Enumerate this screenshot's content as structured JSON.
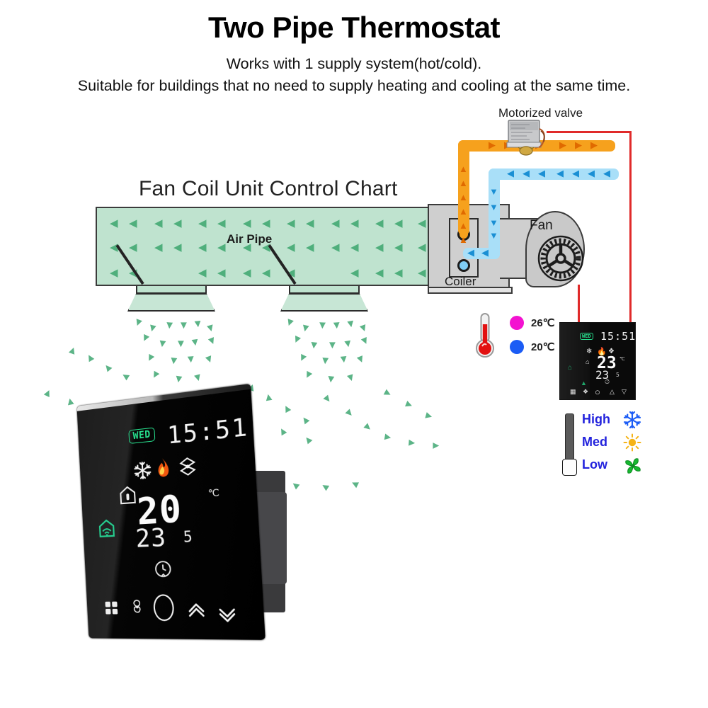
{
  "header": {
    "title": "Two Pipe Thermostat",
    "subtitle_1": "Works with 1 supply system(hot/cold).",
    "subtitle_2": "Suitable for buildings that no need to supply heating and cooling at the same time."
  },
  "diagram": {
    "chart_title": "Fan Coil Unit Control Chart",
    "air_pipe_label": "Air Pipe",
    "coiler_label": "Coiler",
    "fan_label": "Fan",
    "valve_label": "Motorized valve",
    "colors": {
      "air_green": "#bfe3cf",
      "arrow_green": "#4faf7c",
      "hot_orange": "#f6a11d",
      "cold_blue": "#7fcdf5",
      "wire_red": "#e02a2a",
      "housing_grey": "#cfcfcf"
    }
  },
  "thermometer_legend": {
    "icon": "thermometer-icon",
    "rows": [
      {
        "dot_color": "#f312d0",
        "temp": "26℃"
      },
      {
        "dot_color": "#1b5cf5",
        "temp": "20℃"
      }
    ]
  },
  "speed_legend": {
    "slider_icon": "vertical-slider-icon",
    "levels": [
      {
        "label": "High",
        "icon": "snowflake-icon",
        "icon_color": "#1b5cf5"
      },
      {
        "label": "Med",
        "icon": "sun-icon",
        "icon_color": "#f5b316"
      },
      {
        "label": "Low",
        "icon": "fan-icon",
        "icon_color": "#17b830"
      }
    ]
  },
  "mini_thermostat": {
    "weekday": "WED",
    "clock": "15:51",
    "main_temp": "23",
    "unit": "℃",
    "sub_temp": "23",
    "sub_unit": "5",
    "status_icons": [
      "snowflake-icon",
      "flame-icon",
      "fan-icon"
    ],
    "left_icons": [
      "house-thermometer-icon",
      "house-wifi-icon"
    ],
    "buttons": [
      "mode-grid-icon",
      "fan-speed-icon",
      "power-icon",
      "up-chevron-icon",
      "down-chevron-icon"
    ]
  },
  "big_thermostat": {
    "weekday": "WED",
    "clock": "15:51",
    "main_temp": "20",
    "main_unit": "℃",
    "sub_temp": "23",
    "sub_unit": "5",
    "status_icons": [
      "snowflake-icon",
      "flame-icon",
      "fan-icon"
    ],
    "left_icons": [
      "house-thermometer-icon",
      "house-wifi-icon"
    ],
    "clock_icon": "clock-icon",
    "buttons": [
      "mode-grid-icon",
      "fan-speed-icon",
      "power-icon",
      "up-chevron-icon",
      "down-chevron-icon"
    ]
  }
}
